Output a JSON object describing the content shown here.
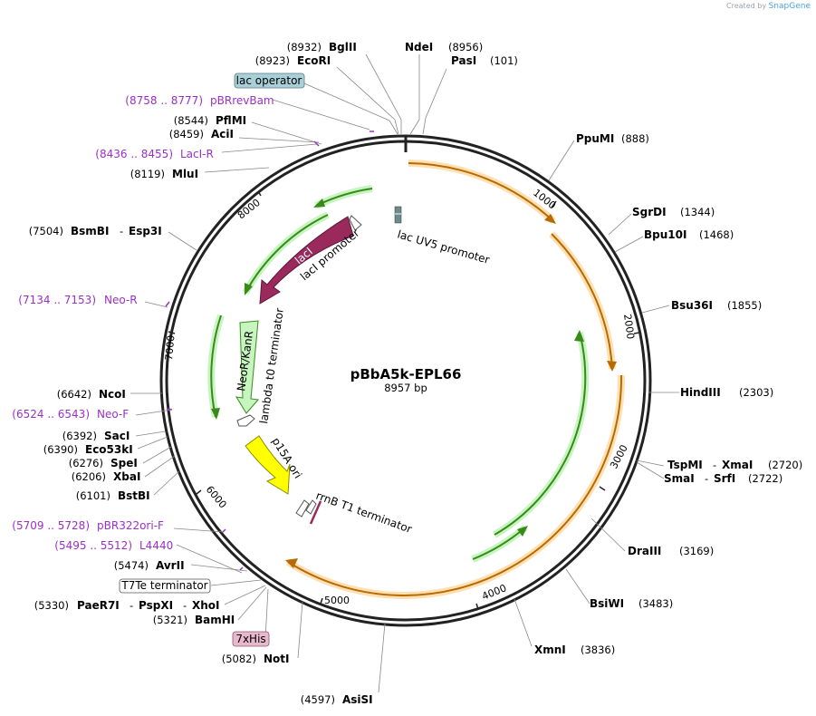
{
  "credit": {
    "created_by": "Created by",
    "brand": "SnapGene"
  },
  "plasmid": {
    "name": "pBbA5k-EPL66",
    "size": "8957 bp"
  },
  "ticks": [
    "1000",
    "2000",
    "3000",
    "4000",
    "5000",
    "6000",
    "7000",
    "8000"
  ],
  "enzymes": {
    "bglii": {
      "name": "BglII",
      "pos": "(8932)"
    },
    "ecori": {
      "name": "EcoRI",
      "pos": "(8923)"
    },
    "ndei": {
      "name": "NdeI",
      "pos": "(8956)"
    },
    "pasi": {
      "name": "PasI",
      "pos": "(101)"
    },
    "pflmi": {
      "name": "PflMI",
      "pos": "(8544)"
    },
    "acii": {
      "name": "AciI",
      "pos": "(8459)"
    },
    "mlui": {
      "name": "MluI",
      "pos": "(8119)"
    },
    "bsmbi": {
      "name": "BsmBI",
      "name2": "Esp3I",
      "pos": "(7504)"
    },
    "ppumi": {
      "name": "PpuMI",
      "pos": "(888)"
    },
    "sgrdi": {
      "name": "SgrDI",
      "pos": "(1344)"
    },
    "bpu10i": {
      "name": "Bpu10I",
      "pos": "(1468)"
    },
    "bsu36i": {
      "name": "Bsu36I",
      "pos": "(1855)"
    },
    "hindiii": {
      "name": "HindIII",
      "pos": "(2303)"
    },
    "tspmi": {
      "name": "TspMI",
      "name2": "XmaI",
      "pos": "(2720)"
    },
    "smai": {
      "name": "SmaI",
      "name2": "SrfI",
      "pos": "(2722)"
    },
    "draiii": {
      "name": "DraIII",
      "pos": "(3169)"
    },
    "bsiwi": {
      "name": "BsiWI",
      "pos": "(3483)"
    },
    "xmni": {
      "name": "XmnI",
      "pos": "(3836)"
    },
    "asisi": {
      "name": "AsiSI",
      "pos": "(4597)"
    },
    "noti": {
      "name": "NotI",
      "pos": "(5082)"
    },
    "bamhi": {
      "name": "BamHI",
      "pos": "(5321)"
    },
    "paer7i": {
      "name": "PaeR7I",
      "name2": "PspXI",
      "name3": "XhoI",
      "pos": "(5330)"
    },
    "avrii": {
      "name": "AvrII",
      "pos": "(5474)"
    },
    "ncoi": {
      "name": "NcoI",
      "pos": "(6642)"
    },
    "saci": {
      "name": "SacI",
      "pos": "(6392)"
    },
    "eco53ki": {
      "name": "Eco53kI",
      "pos": "(6390)"
    },
    "spei": {
      "name": "SpeI",
      "pos": "(6276)"
    },
    "xbai": {
      "name": "XbaI",
      "pos": "(6206)"
    },
    "bstbi": {
      "name": "BstBI",
      "pos": "(6101)"
    }
  },
  "primers": {
    "pbrrevbam": {
      "range": "(8758 .. 8777)",
      "name": "pBRrevBam"
    },
    "laci_r": {
      "range": "(8436 .. 8455)",
      "name": "LacI-R"
    },
    "neo_r": {
      "range": "(7134 .. 7153)",
      "name": "Neo-R"
    },
    "neo_f": {
      "range": "(6524 .. 6543)",
      "name": "Neo-F"
    },
    "pbr322ori_f": {
      "range": "(5709 .. 5728)",
      "name": "pBR322ori-F"
    },
    "l4440": {
      "range": "(5495 .. 5512)",
      "name": "L4440"
    }
  },
  "boxed": {
    "lac_operator": "lac operator",
    "t7te": "T7Te terminator",
    "his7": "7xHis"
  },
  "features": {
    "laci": "lacI",
    "laci_promoter": "lacI promoter",
    "lacuv5": "lac UV5 promoter",
    "neokanr": "NeoR/KanR",
    "lambda_t0": "lambda t0 terminator",
    "p15a": "p15A ori",
    "rrnb": "rrnB T1 terminator"
  },
  "colors": {
    "orange_feature": "#f0a030",
    "green_feature": "#3a8a1a",
    "laci": "#9a2a5c",
    "neokanr": "#c6f5c0",
    "p15a": "#ffff00",
    "primer": "#9b30c8",
    "operator_box": "#a9d0d8",
    "his_box": "#e8b8cc"
  }
}
